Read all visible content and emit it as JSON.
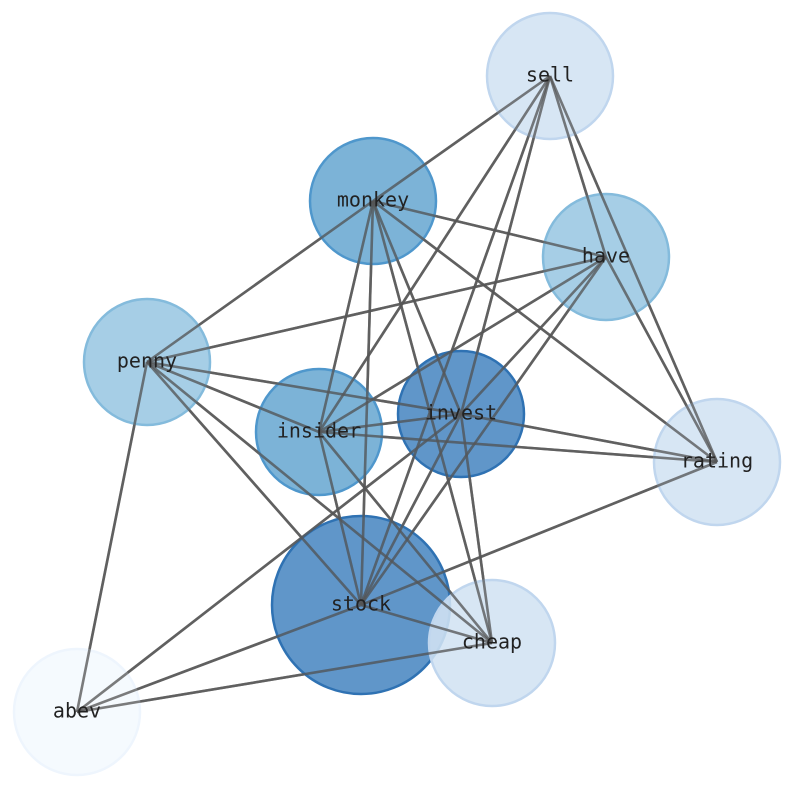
{
  "nodes": [
    {
      "id": "sell",
      "label": "sell",
      "color": "#d2e2f2",
      "stroke": "#c0d6ee",
      "size": "small"
    },
    {
      "id": "monkey",
      "label": "monkey",
      "color": "#6aa8d2",
      "stroke": "#4f97cc",
      "size": "small"
    },
    {
      "id": "have",
      "label": "have",
      "color": "#9ac7e2",
      "stroke": "#84bbdc",
      "size": "small"
    },
    {
      "id": "penny",
      "label": "penny",
      "color": "#9ac7e2",
      "stroke": "#84bbdc",
      "size": "small"
    },
    {
      "id": "insider",
      "label": "insider",
      "color": "#6aa8d2",
      "stroke": "#4f97cc",
      "size": "small"
    },
    {
      "id": "invest",
      "label": "invest",
      "color": "#4a88c2",
      "stroke": "#2f72b3",
      "size": "small"
    },
    {
      "id": "rating",
      "label": "rating",
      "color": "#d2e2f2",
      "stroke": "#c0d6ee",
      "size": "small"
    },
    {
      "id": "stock",
      "label": "stock",
      "color": "#4a88c2",
      "stroke": "#2f72b3",
      "size": "large"
    },
    {
      "id": "cheap",
      "label": "cheap",
      "color": "#d2e2f2",
      "stroke": "#c0d6ee",
      "size": "small"
    },
    {
      "id": "abev",
      "label": "abev",
      "color": "#f4f9fe",
      "stroke": "#eef5fd",
      "size": "small"
    }
  ],
  "edges": [
    [
      "sell",
      "monkey"
    ],
    [
      "sell",
      "insider"
    ],
    [
      "sell",
      "invest"
    ],
    [
      "sell",
      "stock"
    ],
    [
      "sell",
      "have"
    ],
    [
      "sell",
      "rating"
    ],
    [
      "monkey",
      "have"
    ],
    [
      "monkey",
      "penny"
    ],
    [
      "monkey",
      "insider"
    ],
    [
      "monkey",
      "stock"
    ],
    [
      "monkey",
      "invest"
    ],
    [
      "monkey",
      "cheap"
    ],
    [
      "monkey",
      "rating"
    ],
    [
      "have",
      "penny"
    ],
    [
      "have",
      "insider"
    ],
    [
      "have",
      "invest"
    ],
    [
      "have",
      "stock"
    ],
    [
      "have",
      "rating"
    ],
    [
      "penny",
      "invest"
    ],
    [
      "penny",
      "insider"
    ],
    [
      "penny",
      "stock"
    ],
    [
      "penny",
      "cheap"
    ],
    [
      "penny",
      "abev"
    ],
    [
      "insider",
      "invest"
    ],
    [
      "insider",
      "stock"
    ],
    [
      "insider",
      "cheap"
    ],
    [
      "insider",
      "rating"
    ],
    [
      "invest",
      "rating"
    ],
    [
      "invest",
      "stock"
    ],
    [
      "invest",
      "cheap"
    ],
    [
      "invest",
      "abev"
    ],
    [
      "rating",
      "stock"
    ],
    [
      "stock",
      "cheap"
    ],
    [
      "stock",
      "abev"
    ],
    [
      "cheap",
      "abev"
    ]
  ]
}
